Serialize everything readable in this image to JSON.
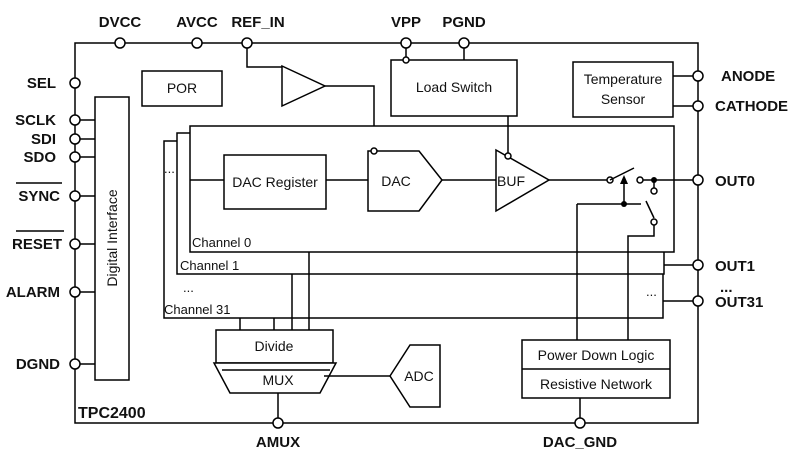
{
  "chip": {
    "name": "TPC2400"
  },
  "pins": {
    "top": [
      "DVCC",
      "AVCC",
      "REF_IN",
      "VPP",
      "PGND"
    ],
    "left": [
      "SEL",
      "SCLK",
      "SDI",
      "SDO",
      "SYNC",
      "RESET",
      "ALARM",
      "DGND"
    ],
    "right": [
      "ANODE",
      "CATHODE",
      "OUT0",
      "OUT1",
      "OUT31"
    ],
    "bottom": [
      "AMUX",
      "DAC_GND"
    ]
  },
  "blocks": {
    "por": "POR",
    "load_switch": "Load Switch",
    "temp_sensor_line1": "Temperature",
    "temp_sensor_line2": "Sensor",
    "digital_interface": "Digital Interface",
    "dac_register": "DAC Register",
    "dac": "DAC",
    "buf": "BUF",
    "divide": "Divide",
    "mux": "MUX",
    "adc": "ADC",
    "power_down_logic": "Power Down Logic",
    "resistive_network": "Resistive Network"
  },
  "channels": [
    "Channel 0",
    "Channel 1",
    "Channel 31"
  ],
  "ellipsis": "..."
}
